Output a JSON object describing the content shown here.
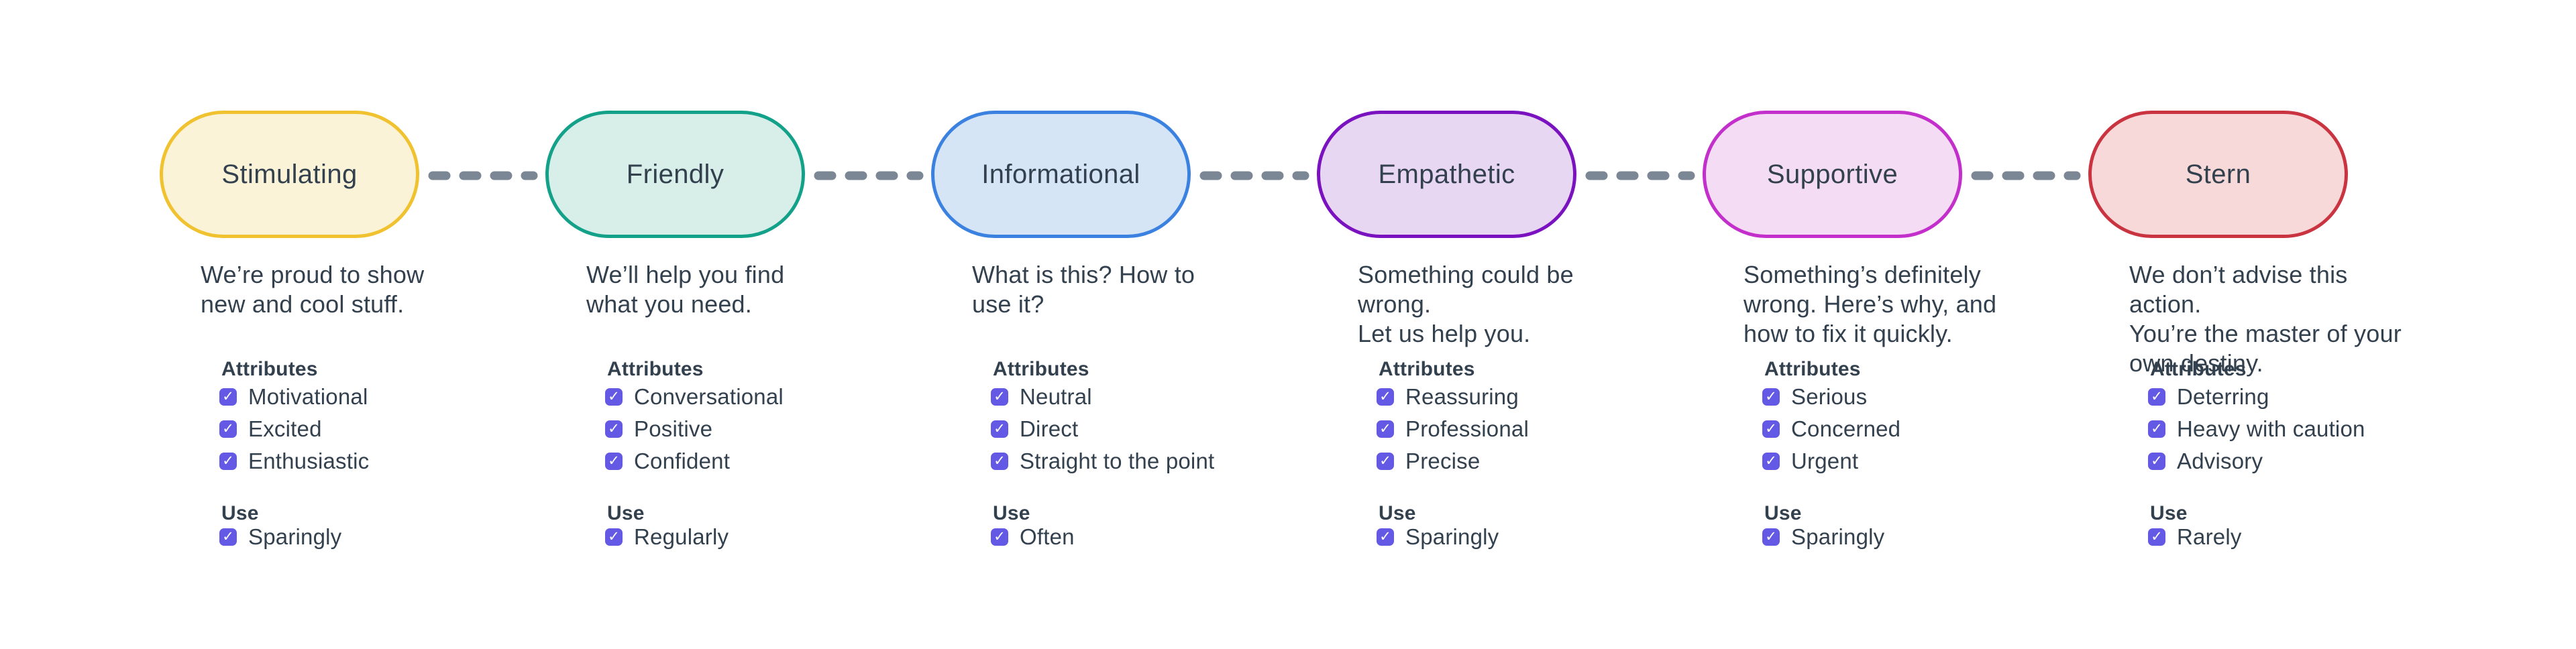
{
  "theme": {
    "background": "#FFFFFF",
    "text_color": "#33404E",
    "connector_color": "#7B8794",
    "checkbox_color": "#6459E4",
    "check_glyph": "✓"
  },
  "labels": {
    "attributes": "Attributes",
    "use": "Use"
  },
  "tones": [
    {
      "title": "Stimulating",
      "description": "We’re proud to show\nnew and cool stuff.",
      "pill_border": "#F0C22F",
      "pill_fill": "#FBF3D8",
      "attributes": [
        "Motivational",
        "Excited",
        "Enthusiastic"
      ],
      "use": "Sparingly"
    },
    {
      "title": "Friendly",
      "description": "We’ll help you find\nwhat you need.",
      "pill_border": "#13A18A",
      "pill_fill": "#D8EEE9",
      "attributes": [
        "Conversational",
        "Positive",
        "Confident"
      ],
      "use": "Regularly"
    },
    {
      "title": "Informational",
      "description": "What is this? How to\nuse it?",
      "pill_border": "#3B82E0",
      "pill_fill": "#D6E5F6",
      "attributes": [
        "Neutral",
        "Direct",
        "Straight to the point"
      ],
      "use": "Often"
    },
    {
      "title": "Empathetic",
      "description": "Something could be wrong.\nLet us help you.",
      "pill_border": "#7B12BF",
      "pill_fill": "#E7D7F3",
      "attributes": [
        "Reassuring",
        "Professional",
        "Precise"
      ],
      "use": "Sparingly"
    },
    {
      "title": "Supportive",
      "description": "Something’s definitely\nwrong. Here’s why, and\nhow to fix it quickly.",
      "pill_border": "#C32FCB",
      "pill_fill": "#F4DCF5",
      "attributes": [
        "Serious",
        "Concerned",
        "Urgent"
      ],
      "use": "Sparingly"
    },
    {
      "title": "Stern",
      "description": "We don’t advise this action.\nYou’re the master of your\nown destiny.",
      "pill_border": "#CA3441",
      "pill_fill": "#F8D9D9",
      "attributes": [
        "Deterring",
        "Heavy with caution",
        "Advisory"
      ],
      "use": "Rarely"
    }
  ]
}
